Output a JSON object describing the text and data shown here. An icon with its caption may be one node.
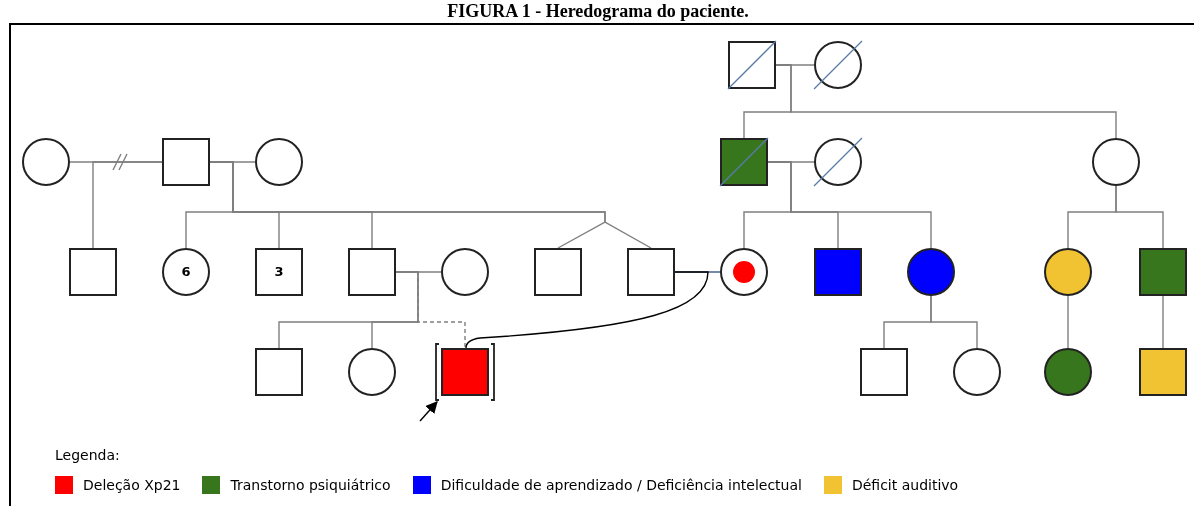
{
  "diagram": {
    "title": "FIGURA 1 - Heredograma do paciente.",
    "nodes": [
      {
        "text": [],
        "shape": "box"
      },
      {
        "text": [],
        "shape": "circle"
      },
      {
        "text": [],
        "shape": "circle"
      },
      {
        "text": [],
        "shape": "box"
      },
      {
        "text": [],
        "shape": "circle"
      },
      {
        "text": [],
        "shape": "box"
      },
      {
        "text": [],
        "shape": "circle"
      },
      {
        "text": [],
        "shape": "circle"
      },
      {
        "text": [],
        "shape": "box"
      },
      {
        "text": [
          "6"
        ]
      },
      {
        "text": [
          "3"
        ]
      },
      {
        "text": [],
        "shape": "box"
      },
      {
        "text": [],
        "shape": "circle"
      },
      {
        "text": [],
        "shape": "box"
      },
      {
        "text": [],
        "shape": "box"
      },
      {
        "text": [],
        "shape": "circle"
      },
      {
        "text": [],
        "shape": "box"
      },
      {
        "text": [],
        "shape": "circle"
      },
      {
        "text": [],
        "shape": "circle"
      },
      {
        "text": [],
        "shape": "box"
      },
      {
        "text": [],
        "shape": "box"
      },
      {
        "text": [],
        "shape": "circle"
      },
      {
        "text": [],
        "shape": "box"
      },
      {
        "text": [],
        "shape": "box"
      },
      {
        "text": [],
        "shape": "circle"
      },
      {
        "text": [],
        "shape": "circle"
      },
      {
        "text": [],
        "shape": "box"
      }
    ],
    "edges": [
      {
        "from": 2,
        "to": 3,
        "arrow": "none"
      },
      {
        "from": 3,
        "to": 4,
        "arrow": "none"
      },
      {
        "from": 3,
        "to": 8,
        "arrow": "none"
      },
      {
        "from": 3,
        "to": 9,
        "arrow": "none"
      },
      {
        "from": 3,
        "to": 10,
        "arrow": "none"
      },
      {
        "from": 3,
        "to": 11,
        "arrow": "none"
      },
      {
        "from": 3,
        "to": 13,
        "arrow": "none"
      },
      {
        "from": 3,
        "to": 14,
        "arrow": "none"
      },
      {
        "from": 0,
        "to": 1,
        "arrow": "none"
      },
      {
        "from": 0,
        "to": 5,
        "arrow": "none"
      },
      {
        "from": 0,
        "to": 7,
        "arrow": "none"
      },
      {
        "from": 5,
        "to": 6,
        "arrow": "none"
      },
      {
        "from": 5,
        "to": 15,
        "arrow": "none"
      },
      {
        "from": 5,
        "to": 16,
        "arrow": "none"
      },
      {
        "from": 5,
        "to": 17,
        "arrow": "none"
      },
      {
        "from": 7,
        "to": 18,
        "arrow": "none"
      },
      {
        "from": 7,
        "to": 19,
        "arrow": "none"
      },
      {
        "from": 11,
        "to": 12,
        "arrow": "none"
      },
      {
        "from": 11,
        "to": 20,
        "arrow": "none"
      },
      {
        "from": 11,
        "to": 21,
        "arrow": "none"
      },
      {
        "from": 11,
        "to": 22,
        "arrow": "none",
        "style": "dashed"
      },
      {
        "from": 14,
        "to": 15,
        "arrow": "none",
        "color": "#4a6590"
      },
      {
        "from": 14,
        "to": 22,
        "arrow": "none",
        "color": "#000000"
      },
      {
        "from": null,
        "to": 22,
        "arrow": "to",
        "color": "#000000"
      },
      {
        "from": 17,
        "to": 23,
        "arrow": "none"
      },
      {
        "from": 17,
        "to": 24,
        "arrow": "none"
      },
      {
        "from": 18,
        "to": 25,
        "arrow": "none"
      },
      {
        "from": 19,
        "to": 26,
        "arrow": "none"
      }
    ],
    "labels": [
      "Legenda:"
    ],
    "legend": [
      {
        "text": "Deleção Xp21",
        "color": "#ff0000"
      },
      {
        "text": "Transtorno psiquiátrico",
        "color": "#38761d"
      },
      {
        "text": "Dificuldade de aprendizado / Deficiência intelectual",
        "color": "#0000ff"
      },
      {
        "text": "Déficit auditivo",
        "color": "#f1c232"
      }
    ]
  }
}
